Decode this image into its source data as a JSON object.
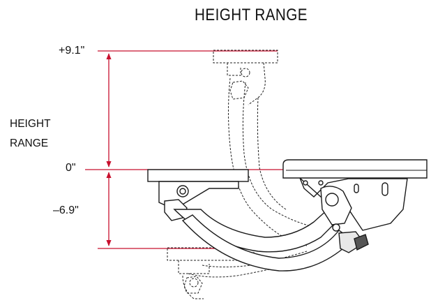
{
  "diagram": {
    "title": "HEIGHT RANGE",
    "side_label_line1": "HEIGHT",
    "side_label_line2": "RANGE",
    "levels": {
      "top": "+9.1\"",
      "zero": "0\"",
      "bottom": "–6.9\""
    },
    "colors": {
      "reference_line": "#c8102e",
      "drawing": "#1a1a1a"
    }
  }
}
